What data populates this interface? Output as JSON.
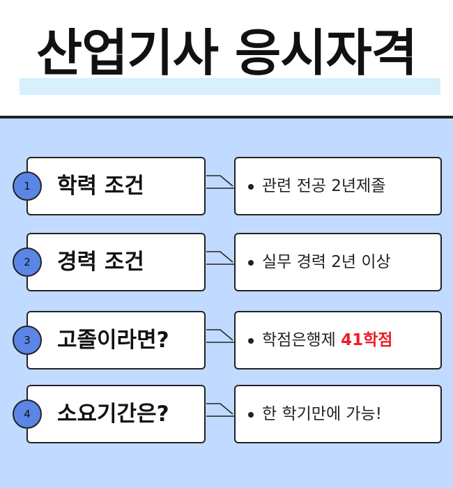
{
  "title": "산업기사 응시자격",
  "colors": {
    "accent_badge": "#5b85e6",
    "background": "#c0dbff",
    "highlight_red": "#ee1c24",
    "title_highlight": "#d8f0fb"
  },
  "rows": [
    {
      "number": "1",
      "label": "학력 조건",
      "detail": "관련 전공 2년제졸",
      "detail_highlight": ""
    },
    {
      "number": "2",
      "label": "경력 조건",
      "detail": "실무 경력 2년 이상",
      "detail_highlight": ""
    },
    {
      "number": "3",
      "label": "고졸이라면?",
      "detail": "학점은행제 ",
      "detail_highlight": "41학점"
    },
    {
      "number": "4",
      "label": "소요기간은?",
      "detail": "한 학기만에 가능!",
      "detail_highlight": ""
    }
  ]
}
